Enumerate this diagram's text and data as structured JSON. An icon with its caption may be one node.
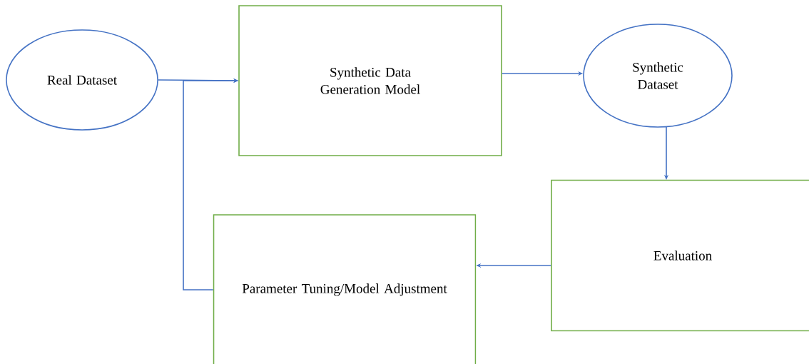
{
  "diagram": {
    "nodes": [
      {
        "text": [
          "Real Dataset"
        ]
      },
      {
        "text": [
          "Synthetic Data Generation Model"
        ]
      },
      {
        "text": [
          "Synthetic Dataset"
        ]
      },
      {
        "text": [
          "Evaluation"
        ]
      },
      {
        "text": [
          "Parameter Tuning/Model Adjustment"
        ]
      }
    ],
    "edges": [
      {
        "from": 0,
        "to": 1,
        "arrow": "to"
      },
      {
        "from": 4,
        "to": 1,
        "arrow": "to"
      },
      {
        "from": 1,
        "to": 2,
        "arrow": "to"
      },
      {
        "from": 2,
        "to": 3,
        "arrow": "to"
      },
      {
        "from": 3,
        "to": 4,
        "arrow": "to"
      }
    ]
  }
}
